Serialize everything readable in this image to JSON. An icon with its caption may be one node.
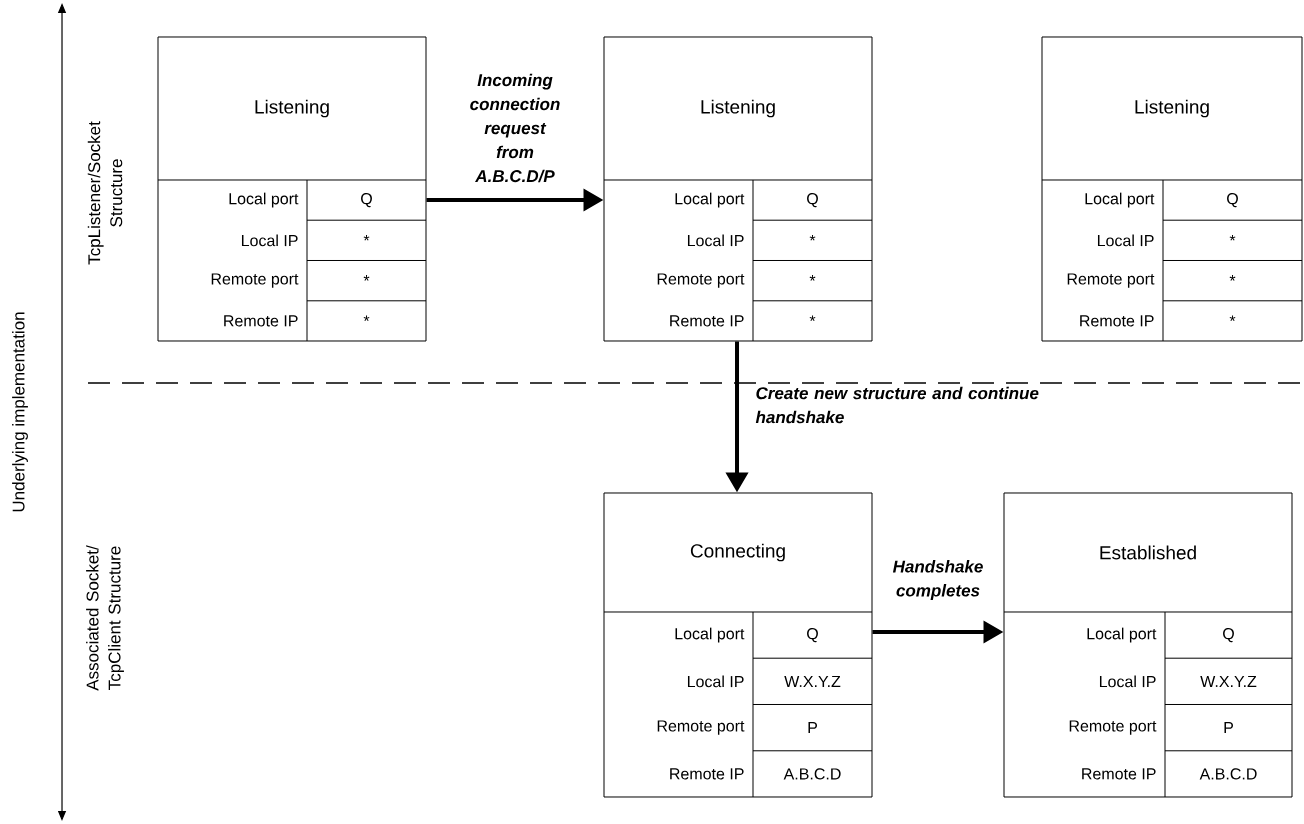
{
  "diagram": {
    "nodes": [
      {
        "text": [
          "Listening",
          "Local port",
          "Q",
          "Local IP",
          "*",
          "Remote port",
          "*",
          "Remote IP",
          "*"
        ]
      },
      {
        "text": [
          "Listening",
          "Local port",
          "Q",
          "Local IP",
          "*",
          "Remote port",
          "*",
          "Remote IP",
          "*"
        ]
      },
      {
        "text": [
          "Listening",
          "Local port",
          "Q",
          "Local IP",
          "*",
          "Remote port",
          "*",
          "Remote IP",
          "*"
        ]
      },
      {
        "text": [
          "Connecting",
          "Local port",
          "Q",
          "Local IP",
          "W.X.Y.Z",
          "Remote port",
          "P",
          "Remote IP",
          "A.B.C.D"
        ]
      },
      {
        "text": [
          "Established",
          "Local port",
          "Q",
          "Local IP",
          "W.X.Y.Z",
          "Remote port",
          "P",
          "Remote IP",
          "A.B.C.D"
        ]
      }
    ],
    "edges": [
      {
        "from": 0,
        "to": 1,
        "arrow": "to",
        "label": "Incoming connection request from A.B.C.D/P"
      },
      {
        "from": 1,
        "to": 3,
        "arrow": "to",
        "label": "Create  new structure and continue handshake"
      },
      {
        "from": 3,
        "to": 4,
        "arrow": "to",
        "label": "Handshake completes"
      }
    ],
    "labels": [
      "Underlying implementation",
      "TcpListener/Socket Structure",
      "Associated Socket/ TcpClient Structure"
    ]
  }
}
